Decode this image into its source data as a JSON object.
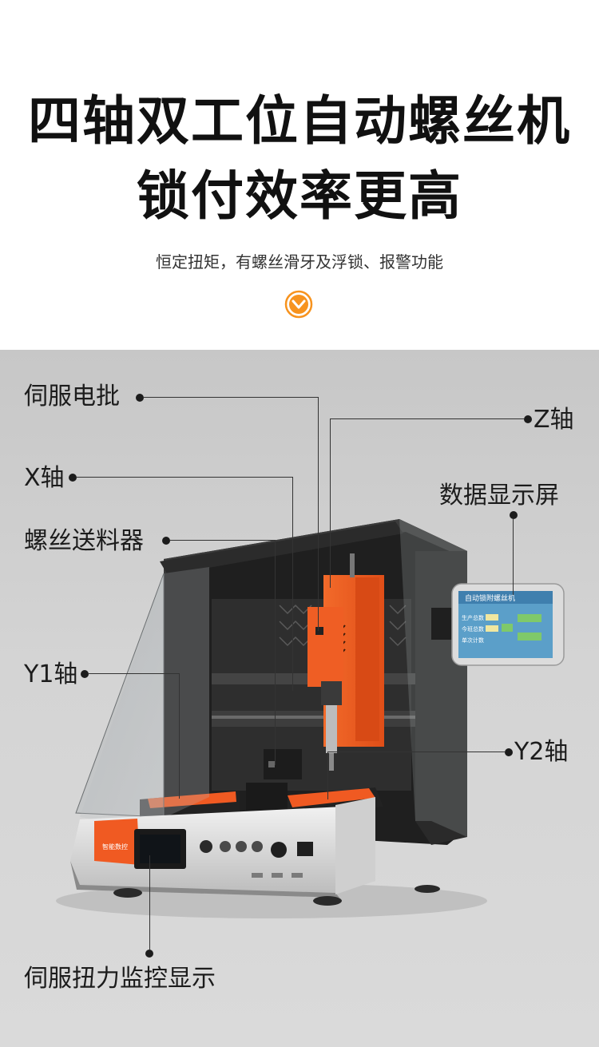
{
  "hero": {
    "title_line1": "四轴双工位自动螺丝机",
    "title_line2": "锁付效率更高",
    "subtitle": "恒定扭矩，有螺丝滑牙及浮锁、报警功能",
    "scroll_icon": "chevron-down-circle-icon",
    "accent_color": "#f7931e"
  },
  "callouts": {
    "servo_screwdriver": "伺服电批",
    "z_axis": "Z轴",
    "x_axis": "X轴",
    "display_screen": "数据显示屏",
    "screw_feeder": "螺丝送料器",
    "y1_axis": "Y1轴",
    "y2_axis": "Y2轴",
    "torque_monitor": "伺服扭力监控显示"
  },
  "machine": {
    "screen_title": "自动锁附螺丝机",
    "screen_rows": [
      "生产总数",
      "今班总数",
      "单次计数"
    ],
    "brand_text": "智能数控",
    "body_color": "#2a2a2a",
    "accent_color": "#f05a22"
  }
}
